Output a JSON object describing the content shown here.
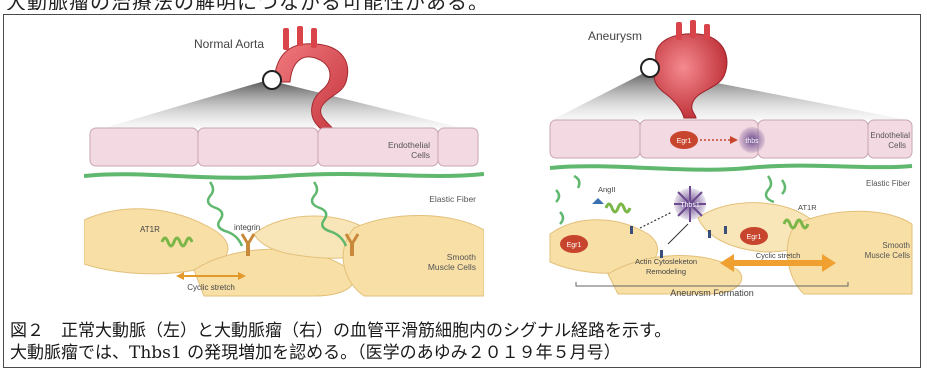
{
  "header_fragment": "大動脈瘤の治療法の解明につながる可能性がある。",
  "left_panel": {
    "title": "Normal Aorta",
    "labels": {
      "endothelial": [
        "Endothelial",
        "Cells"
      ],
      "elastic": "Elastic Fiber",
      "smooth": [
        "Smooth",
        "Muscle Cells"
      ],
      "at1r": "AT1R",
      "integrin": "integrin",
      "cyclic": "Cyclic stretch"
    }
  },
  "right_panel": {
    "title": "Aneurysm",
    "labels": {
      "endothelial": [
        "Endothelial",
        "Cells"
      ],
      "elastic": "Elastic Fiber",
      "smooth": [
        "Smooth",
        "Muscle Cells"
      ],
      "egr1": "Egr1",
      "thbs_small": "thbs",
      "thbs1": "Thbs1",
      "angii": "AngII",
      "at1r": "AT1R",
      "actin": [
        "Actin Cytosleketon",
        "Remodeling"
      ],
      "cyclic": "Cyclic stretch",
      "formation": "Aneurysm Formation"
    }
  },
  "caption": {
    "line1": "図２　正常大動脈（左）と大動脈瘤（右）の血管平滑筋細胞内のシグナル経路を示す。",
    "line2": "大動脈瘤では、Thbs1 の発現増加を認める。（医学のあゆみ２０１９年５月号）"
  },
  "colors": {
    "aorta": "#d9434a",
    "endothelial_fill": "#f3d9e1",
    "elastic_fiber": "#5fb86e",
    "smooth_muscle": "#f7dfa6",
    "egr1": "#c8452d",
    "thbs": "#6b4a8e",
    "arrow_orange": "#f0a030",
    "frame": "#4a4a4a"
  }
}
